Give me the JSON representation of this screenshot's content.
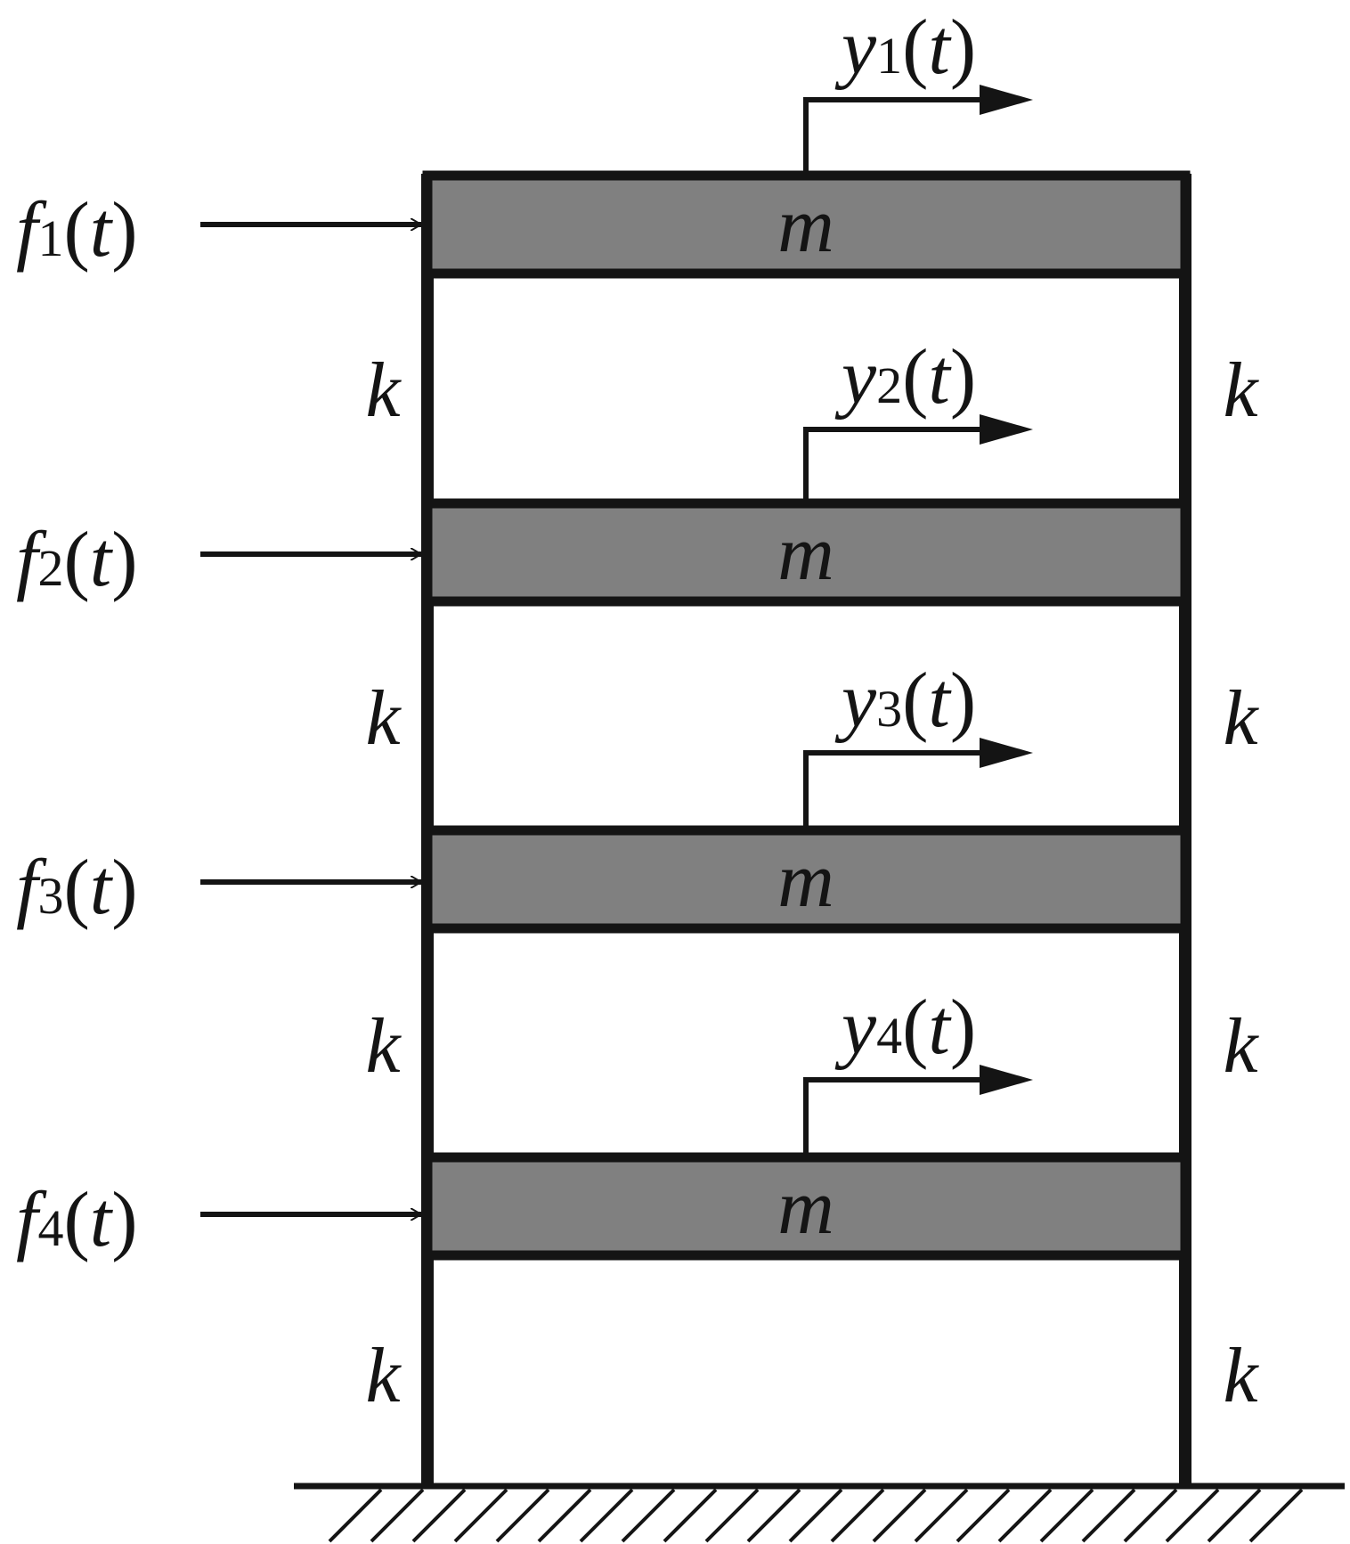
{
  "figure": {
    "mass_label": "m",
    "stiffness_label": "k",
    "floors": [
      {
        "force": {
          "sym": "f",
          "sub": "1",
          "arg": "t"
        },
        "disp": {
          "sym": "y",
          "sub": "1",
          "arg": "t"
        }
      },
      {
        "force": {
          "sym": "f",
          "sub": "2",
          "arg": "t"
        },
        "disp": {
          "sym": "y",
          "sub": "2",
          "arg": "t"
        }
      },
      {
        "force": {
          "sym": "f",
          "sub": "3",
          "arg": "t"
        },
        "disp": {
          "sym": "y",
          "sub": "3",
          "arg": "t"
        }
      },
      {
        "force": {
          "sym": "f",
          "sub": "4",
          "arg": "t"
        },
        "disp": {
          "sym": "y",
          "sub": "4",
          "arg": "t"
        }
      }
    ],
    "colors": {
      "line": "#141414",
      "mass_fill": "#808080",
      "background": "#ffffff"
    }
  }
}
